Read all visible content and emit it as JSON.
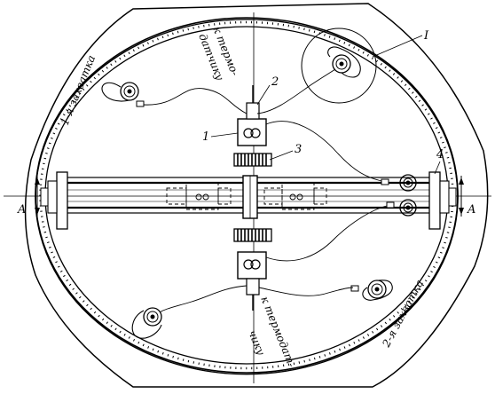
{
  "labels": {
    "zone1": "1-я захватка",
    "zone2": "2-я захватка",
    "sensor_top_line1": "к термо-",
    "sensor_top_line2": "датчику",
    "sensor_bottom_line1": "к термодат-",
    "sensor_bottom_line2": "чику",
    "section_left": "A",
    "section_right": "A",
    "callout_1": "1",
    "callout_2": "2",
    "callout_3": "3",
    "callout_4": "4",
    "callout_detail": "I"
  }
}
